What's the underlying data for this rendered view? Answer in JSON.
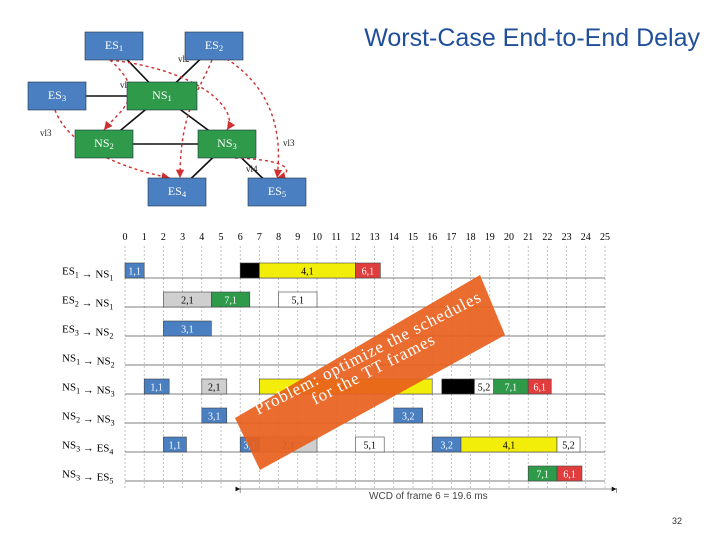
{
  "slide": {
    "title": "Worst-Case End-to-End Delay",
    "page_number": "32"
  },
  "topology": {
    "nodes": [
      {
        "id": "ES1",
        "label": "ES1",
        "kind": "end-system"
      },
      {
        "id": "ES2",
        "label": "ES2",
        "kind": "end-system"
      },
      {
        "id": "ES3",
        "label": "ES3",
        "kind": "end-system"
      },
      {
        "id": "NS1",
        "label": "NS1",
        "kind": "network-switch"
      },
      {
        "id": "NS2",
        "label": "NS2",
        "kind": "network-switch"
      },
      {
        "id": "NS3",
        "label": "NS3",
        "kind": "network-switch"
      },
      {
        "id": "ES4",
        "label": "ES4",
        "kind": "end-system"
      },
      {
        "id": "ES5",
        "label": "ES5",
        "kind": "end-system"
      }
    ],
    "links": [
      [
        "ES1",
        "NS1"
      ],
      [
        "ES2",
        "NS1"
      ],
      [
        "ES3",
        "NS1"
      ],
      [
        "NS1",
        "NS2"
      ],
      [
        "NS1",
        "NS3"
      ],
      [
        "NS2",
        "NS3"
      ],
      [
        "NS3",
        "ES4"
      ],
      [
        "NS3",
        "ES5"
      ]
    ],
    "vl_labels": [
      "vl2",
      "vl1",
      "vl3",
      "vl3",
      "vl4"
    ]
  },
  "schedule": {
    "time_ticks": [
      "0",
      "1",
      "2",
      "3",
      "4",
      "5",
      "6",
      "7",
      "8",
      "9",
      "10",
      "11",
      "12",
      "13",
      "14",
      "15",
      "16",
      "17",
      "18",
      "19",
      "20",
      "21",
      "22",
      "23",
      "24",
      "25"
    ],
    "rows": [
      {
        "label": "ES1 → NS1",
        "frames": [
          {
            "start": 0,
            "end": 1,
            "label": "1,1",
            "color": "#4a7fc1"
          },
          {
            "start": 6,
            "end": 7,
            "label": "",
            "color": "#000000"
          },
          {
            "start": 7,
            "end": 12,
            "label": "4,1",
            "color": "#f2ee0a"
          },
          {
            "start": 12,
            "end": 13.3,
            "label": "6,1",
            "color": "#e23d3d"
          }
        ]
      },
      {
        "label": "ES2 → NS1",
        "frames": [
          {
            "start": 2,
            "end": 4.5,
            "label": "2,1",
            "color": "#cfcfcf"
          },
          {
            "start": 4.5,
            "end": 6.5,
            "label": "7,1",
            "color": "#2e9a4a"
          },
          {
            "start": 8,
            "end": 10,
            "label": "5,1",
            "color": "#ffffff"
          }
        ]
      },
      {
        "label": "ES3 → NS2",
        "frames": [
          {
            "start": 2,
            "end": 4.5,
            "label": "3,1",
            "color": "#4a7fc1"
          }
        ]
      },
      {
        "label": "NS1 → NS2",
        "frames": []
      },
      {
        "label": "NS1 → NS3",
        "frames": [
          {
            "start": 1,
            "end": 2.3,
            "label": "1,1",
            "color": "#4a7fc1"
          },
          {
            "start": 4,
            "end": 5.3,
            "label": "2,1",
            "color": "#cfcfcf"
          },
          {
            "start": 7,
            "end": 16,
            "label": "4,1",
            "color": "#f2ee0a"
          },
          {
            "start": 16.5,
            "end": 18.2,
            "label": "",
            "color": "#000000"
          },
          {
            "start": 18.2,
            "end": 19.2,
            "label": "5,2",
            "color": "#ffffff"
          },
          {
            "start": 19.2,
            "end": 21,
            "label": "7,1",
            "color": "#2e9a4a"
          },
          {
            "start": 21,
            "end": 22.2,
            "label": "6,1",
            "color": "#e23d3d"
          }
        ]
      },
      {
        "label": "NS2 → NS3",
        "frames": [
          {
            "start": 4,
            "end": 5.3,
            "label": "3,1",
            "color": "#4a7fc1"
          },
          {
            "start": 14,
            "end": 15.5,
            "label": "3,2",
            "color": "#4a7fc1"
          }
        ]
      },
      {
        "label": "NS3 → ES4",
        "frames": [
          {
            "start": 2,
            "end": 3.2,
            "label": "1,1",
            "color": "#4a7fc1"
          },
          {
            "start": 6,
            "end": 7,
            "label": "3,1",
            "color": "#4a7fc1"
          },
          {
            "start": 7,
            "end": 10,
            "label": "2,1",
            "color": "#cfcfcf"
          },
          {
            "start": 12,
            "end": 13.5,
            "label": "5,1",
            "color": "#ffffff"
          },
          {
            "start": 16,
            "end": 17.5,
            "label": "3,2",
            "color": "#4a7fc1"
          },
          {
            "start": 17.5,
            "end": 22.5,
            "label": "4,1",
            "color": "#f2ee0a"
          },
          {
            "start": 22.5,
            "end": 23.7,
            "label": "5,2",
            "color": "#ffffff"
          }
        ]
      },
      {
        "label": "NS3 → ES5",
        "frames": [
          {
            "start": 21,
            "end": 22.5,
            "label": "7,1",
            "color": "#2e9a4a"
          },
          {
            "start": 22.5,
            "end": 23.8,
            "label": "6,1",
            "color": "#e23d3d"
          }
        ]
      }
    ],
    "wcd_label": "WCD of frame 6 = 19.6 ms",
    "wcd_start": 6,
    "wcd_end": 25.6
  },
  "callout": {
    "line1": "Problem: optimize the schedules",
    "line2": "for the TT frames"
  }
}
